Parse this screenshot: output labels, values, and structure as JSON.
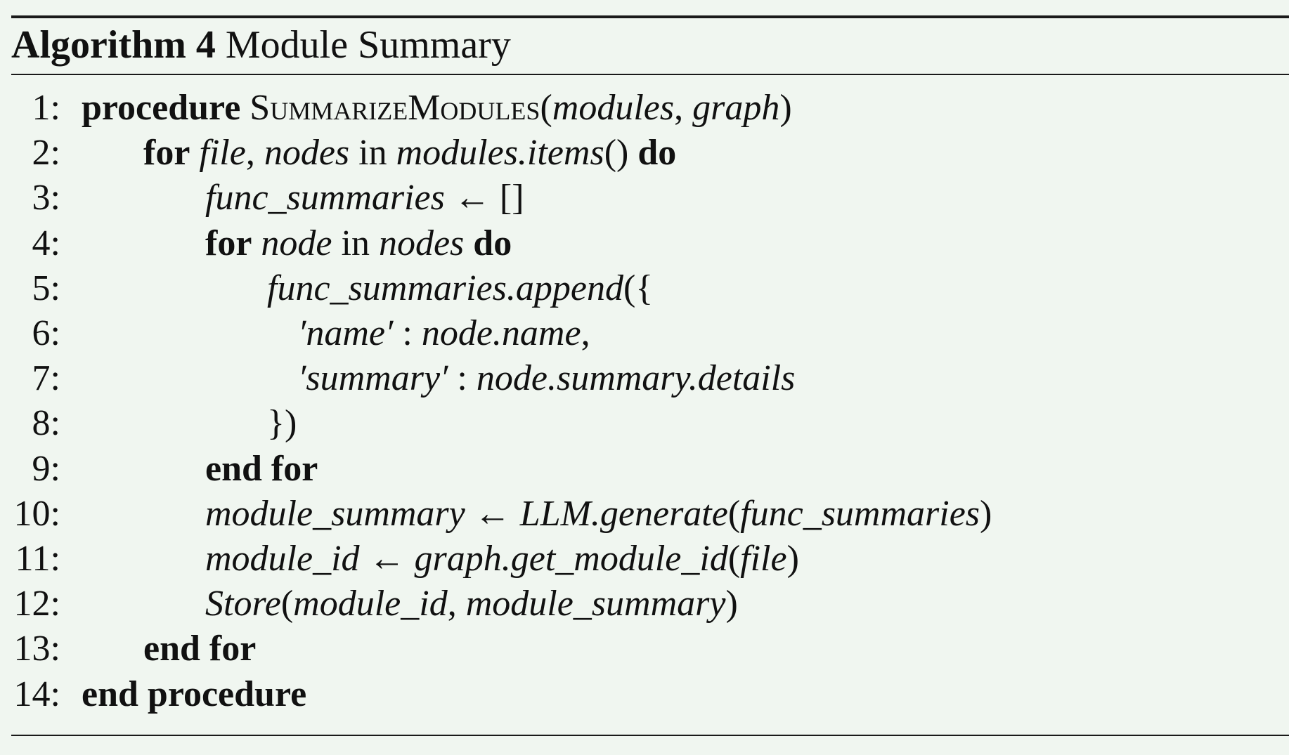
{
  "caption": {
    "label": "Algorithm 4",
    "title": "Module Summary"
  },
  "lines": [
    {
      "num": "1:",
      "indent": 0,
      "tokens": [
        {
          "text": "procedure",
          "style": "kw"
        },
        {
          "text": " ",
          "style": "rm"
        },
        {
          "text": "SummarizeModules",
          "style": "sc"
        },
        {
          "text": "(",
          "style": "rm"
        },
        {
          "text": "modules",
          "style": "it"
        },
        {
          "text": ", ",
          "style": "rm"
        },
        {
          "text": "graph",
          "style": "it"
        },
        {
          "text": ")",
          "style": "rm"
        }
      ]
    },
    {
      "num": "2:",
      "indent": 1,
      "tokens": [
        {
          "text": "for",
          "style": "kw"
        },
        {
          "text": " ",
          "style": "rm"
        },
        {
          "text": "file",
          "style": "it"
        },
        {
          "text": ", ",
          "style": "rm"
        },
        {
          "text": "nodes",
          "style": "it"
        },
        {
          "text": " in ",
          "style": "rm"
        },
        {
          "text": "modules.items",
          "style": "it"
        },
        {
          "text": "() ",
          "style": "rm"
        },
        {
          "text": "do",
          "style": "kw"
        }
      ]
    },
    {
      "num": "3:",
      "indent": 2,
      "tokens": [
        {
          "text": "func_summaries",
          "style": "it"
        },
        {
          "text": " ← []",
          "style": "rm"
        }
      ]
    },
    {
      "num": "4:",
      "indent": 2,
      "tokens": [
        {
          "text": "for",
          "style": "kw"
        },
        {
          "text": " ",
          "style": "rm"
        },
        {
          "text": "node",
          "style": "it"
        },
        {
          "text": " in ",
          "style": "rm"
        },
        {
          "text": "nodes",
          "style": "it"
        },
        {
          "text": " ",
          "style": "rm"
        },
        {
          "text": "do",
          "style": "kw"
        }
      ]
    },
    {
      "num": "5:",
      "indent": 3,
      "tokens": [
        {
          "text": "func_summaries.append",
          "style": "it"
        },
        {
          "text": "({",
          "style": "rm"
        }
      ]
    },
    {
      "num": "6:",
      "indent": 3.5,
      "tokens": [
        {
          "text": "′name′",
          "style": "it"
        },
        {
          "text": " : ",
          "style": "rm"
        },
        {
          "text": "node.name",
          "style": "it"
        },
        {
          "text": ",",
          "style": "rm"
        }
      ]
    },
    {
      "num": "7:",
      "indent": 3.5,
      "tokens": [
        {
          "text": "′summary′",
          "style": "it"
        },
        {
          "text": " : ",
          "style": "rm"
        },
        {
          "text": "node.summary.details",
          "style": "it"
        }
      ]
    },
    {
      "num": "8:",
      "indent": 3,
      "tokens": [
        {
          "text": "})",
          "style": "rm"
        }
      ]
    },
    {
      "num": "9:",
      "indent": 2,
      "tokens": [
        {
          "text": "end for",
          "style": "kw"
        }
      ]
    },
    {
      "num": "10:",
      "indent": 2,
      "tokens": [
        {
          "text": "module_summary",
          "style": "it"
        },
        {
          "text": " ← ",
          "style": "rm"
        },
        {
          "text": "LLM.generate",
          "style": "it"
        },
        {
          "text": "(",
          "style": "rm"
        },
        {
          "text": "func_summaries",
          "style": "it"
        },
        {
          "text": ")",
          "style": "rm"
        }
      ]
    },
    {
      "num": "11:",
      "indent": 2,
      "tokens": [
        {
          "text": "module_id",
          "style": "it"
        },
        {
          "text": " ← ",
          "style": "rm"
        },
        {
          "text": "graph.get_module_id",
          "style": "it"
        },
        {
          "text": "(",
          "style": "rm"
        },
        {
          "text": "file",
          "style": "it"
        },
        {
          "text": ")",
          "style": "rm"
        }
      ]
    },
    {
      "num": "12:",
      "indent": 2,
      "tokens": [
        {
          "text": "Store",
          "style": "it"
        },
        {
          "text": "(",
          "style": "rm"
        },
        {
          "text": "module_id",
          "style": "it"
        },
        {
          "text": ", ",
          "style": "rm"
        },
        {
          "text": "module_summary",
          "style": "it"
        },
        {
          "text": ")",
          "style": "rm"
        }
      ]
    },
    {
      "num": "13:",
      "indent": 1,
      "tokens": [
        {
          "text": "end for",
          "style": "kw"
        }
      ]
    },
    {
      "num": "14:",
      "indent": 0,
      "tokens": [
        {
          "text": "end procedure",
          "style": "kw"
        }
      ]
    }
  ]
}
